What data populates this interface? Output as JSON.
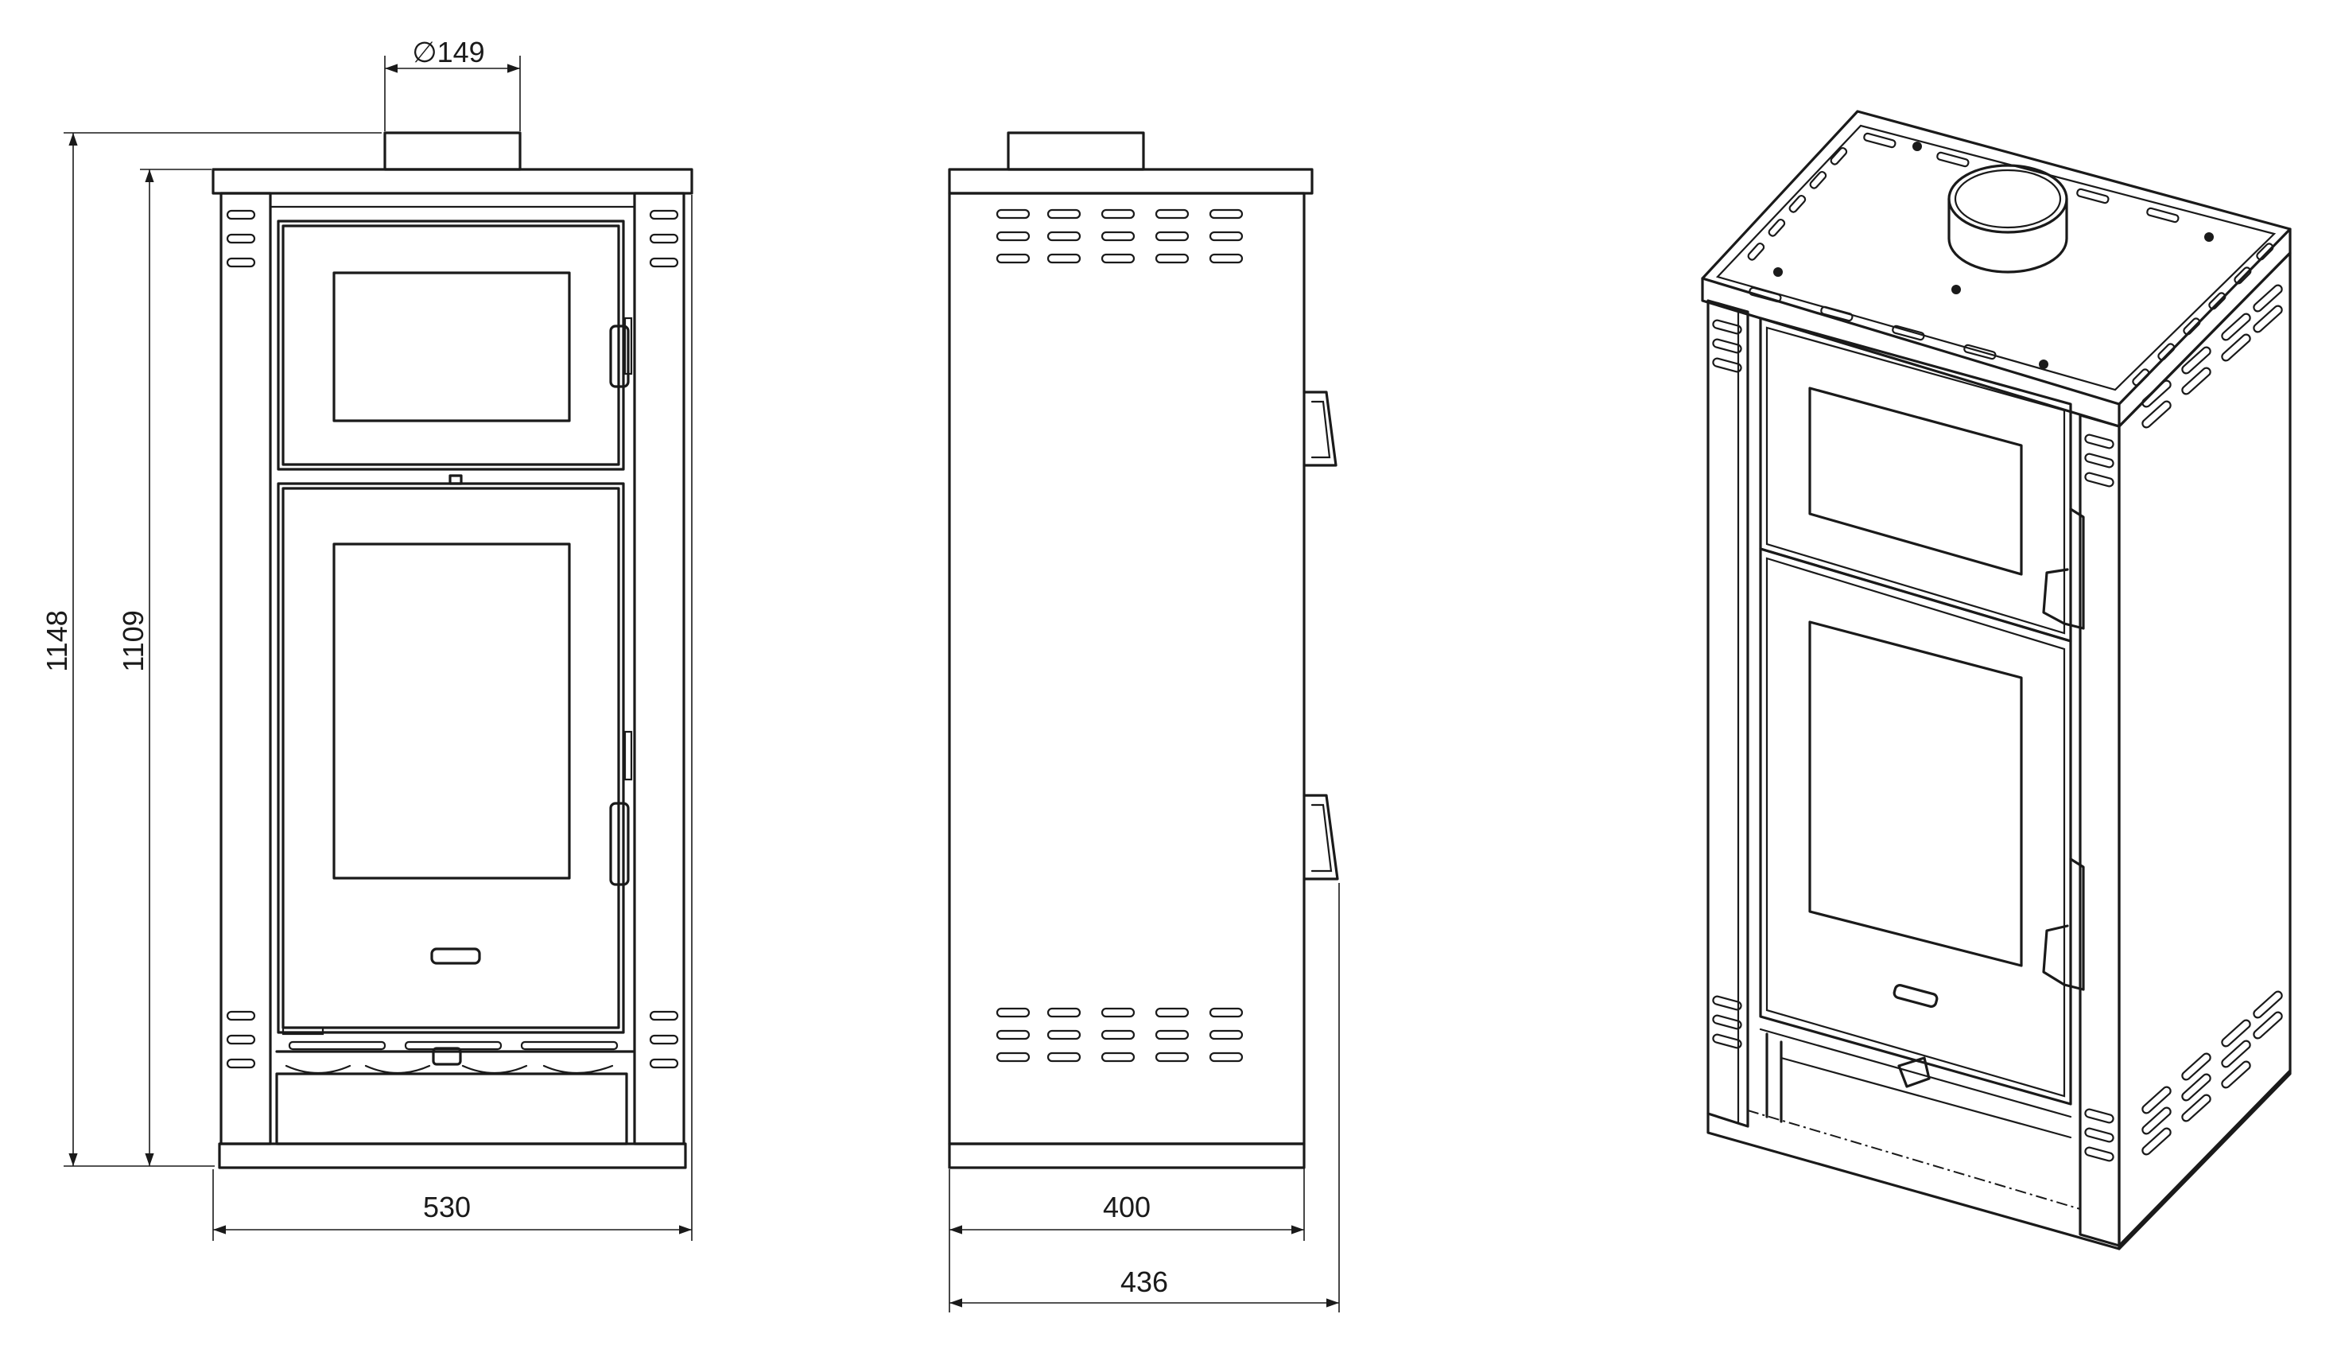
{
  "dimensions": {
    "flue_diameter": "∅149",
    "total_height": "1148",
    "body_height": "1109",
    "front_width": "530",
    "side_depth": "400",
    "side_total_depth": "436"
  },
  "views": [
    "front-view",
    "side-view",
    "isometric-view"
  ]
}
